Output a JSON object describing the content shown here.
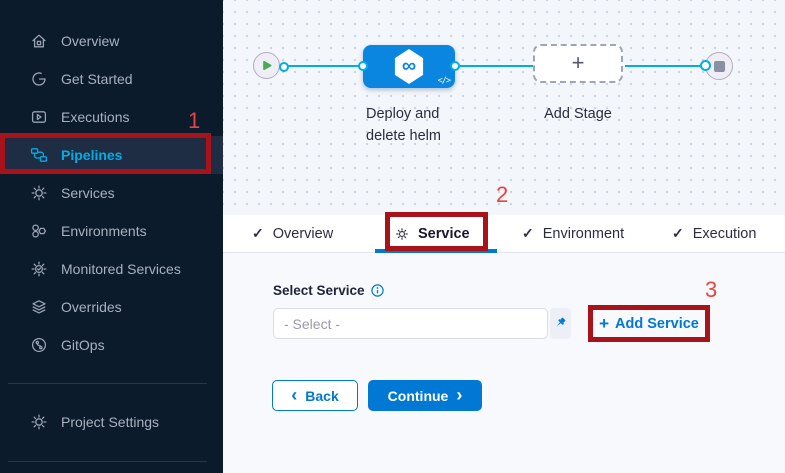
{
  "sidebar": {
    "items": [
      {
        "label": "Overview"
      },
      {
        "label": "Get Started"
      },
      {
        "label": "Executions"
      },
      {
        "label": "Pipelines",
        "active": true
      },
      {
        "label": "Services"
      },
      {
        "label": "Environments"
      },
      {
        "label": "Monitored Services"
      },
      {
        "label": "Overrides"
      },
      {
        "label": "GitOps"
      }
    ],
    "footer": {
      "label": "Project Settings"
    }
  },
  "canvas": {
    "stage": {
      "name_line1": "Deploy and",
      "name_line2": "delete helm",
      "icon_glyph": "∞",
      "code_glyph": "</>"
    },
    "add_stage": {
      "label": "Add Stage",
      "plus_glyph": "+"
    }
  },
  "tabs": {
    "overview": {
      "label": "Overview",
      "check_glyph": "✓"
    },
    "service": {
      "label": "Service"
    },
    "environment": {
      "label": "Environment",
      "check_glyph": "✓"
    },
    "execution": {
      "label": "Execution",
      "check_glyph": "✓"
    }
  },
  "form": {
    "label": "Select Service",
    "select": {
      "placeholder": "- Select -"
    },
    "add_service": {
      "plus": "+",
      "label": "Add Service"
    }
  },
  "footer_buttons": {
    "back": {
      "chevron": "‹",
      "label": "Back"
    },
    "continue": {
      "label": "Continue",
      "chevron": "›"
    }
  },
  "annotations": {
    "step1": "1",
    "step2": "2",
    "step3": "3"
  },
  "colors": {
    "sidebar_bg": "#0b1b2c",
    "active_item_bg": "#1e2d44",
    "active_item_cyan": "#00ade4",
    "connector_cyan": "#00ade4",
    "stage_node_blue": "#0a86e0",
    "accent_blue": "#0278d5",
    "annotation_box_red": "#a8121a",
    "annotation_digit_red": "#e8433f",
    "play_green": "#49ab53"
  }
}
